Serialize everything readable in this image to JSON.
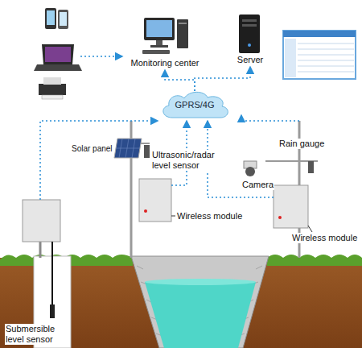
{
  "diagram": {
    "nodes": [
      {
        "text": [
          "Monitoring center"
        ]
      },
      {
        "text": [
          "Server"
        ]
      },
      {
        "text": [
          "GPRS/4G"
        ]
      }
    ],
    "edges": [
      {
        "from": 2,
        "to": 0,
        "arrow": "to"
      },
      {
        "from": 2,
        "to": 1,
        "arrow": "to"
      }
    ],
    "labels": [
      "Solar panel",
      "Ultrasonic/radar level sensor",
      "Wireless module",
      "Rain gauge",
      "Camera",
      "Wireless module",
      "Submersible level sensor"
    ]
  }
}
